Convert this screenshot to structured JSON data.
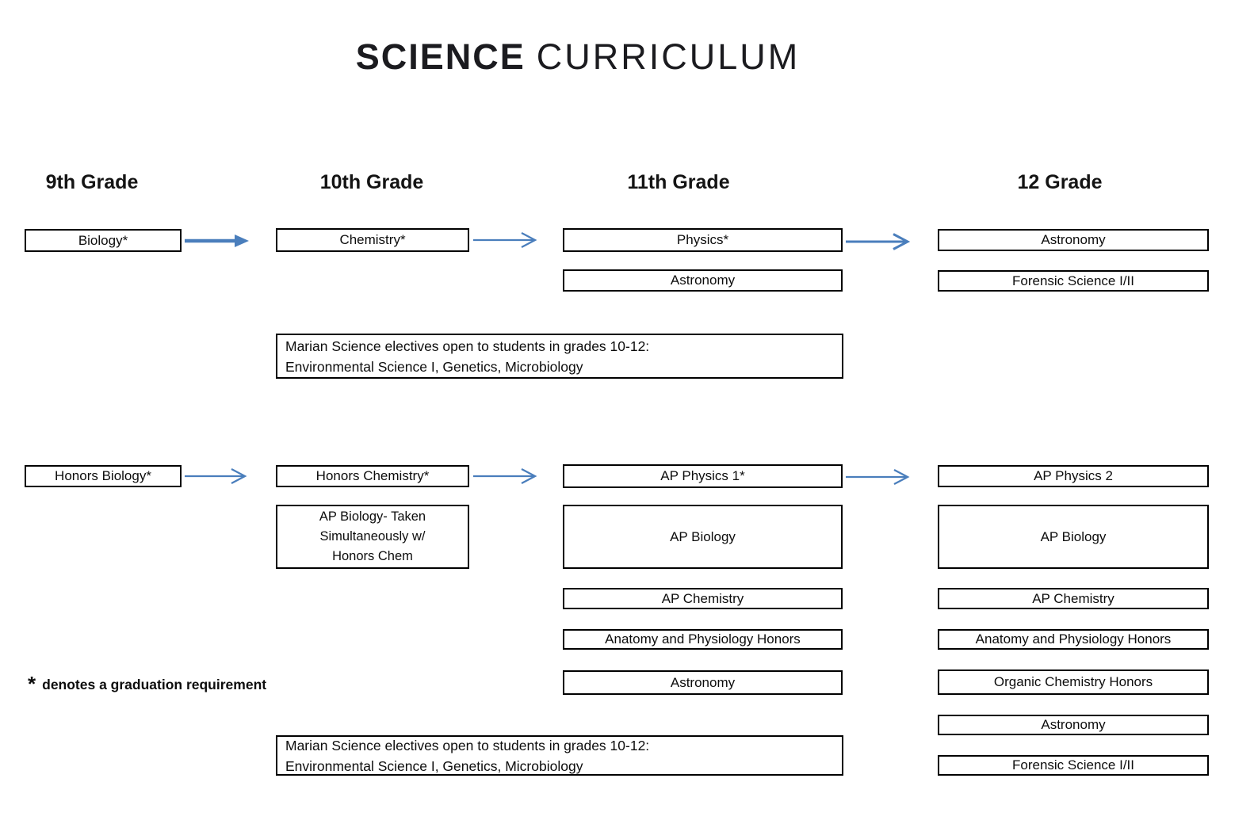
{
  "title": {
    "primary": "SCIENCE",
    "secondary": "CURRICULUM"
  },
  "column_headers": [
    "9th Grade",
    "10th Grade",
    "11th Grade",
    "12 Grade"
  ],
  "courses": {
    "biology9": "Biology*",
    "chemistry10": "Chemistry*",
    "physics11": "Physics*",
    "astronomy11_row2": "Astronomy",
    "astronomy12_row1": "Astronomy",
    "forensic12_row2": "Forensic Science I/II",
    "honors_biology9": "Honors Biology*",
    "honors_chemistry10": "Honors Chemistry*",
    "ap_physics1_11": "AP Physics 1*",
    "ap_physics2_12": "AP Physics 2",
    "ap_biology11": "AP Biology",
    "ap_chemistry11": "AP Chemistry",
    "anatomy_physiology11": "Anatomy and Physiology Honors",
    "astronomy11_bottom": "Astronomy",
    "ap_biology12": "AP Biology",
    "ap_chemistry12": "AP Chemistry",
    "anatomy_physiology12": "Anatomy and Physiology Honors",
    "organic_chemistry12": "Organic Chemistry Honors",
    "astronomy12_bottom": "Astronomy",
    "forensic12_bottom": "Forensic Science I/II"
  },
  "ap_biology_note_lines": [
    "AP Biology- Taken",
    "Simultaneously w/",
    "Honors Chem"
  ],
  "electives_note": {
    "line1": "Marian Science electives open to students in grades 10-12:",
    "line2": "Environmental Science I, Genetics, Microbiology"
  },
  "footnote": {
    "symbol": "*",
    "text": "denotes a graduation requirement"
  },
  "colors": {
    "arrow_blue": "#4a7ebc",
    "box_border": "#000000",
    "text": "#111111"
  }
}
